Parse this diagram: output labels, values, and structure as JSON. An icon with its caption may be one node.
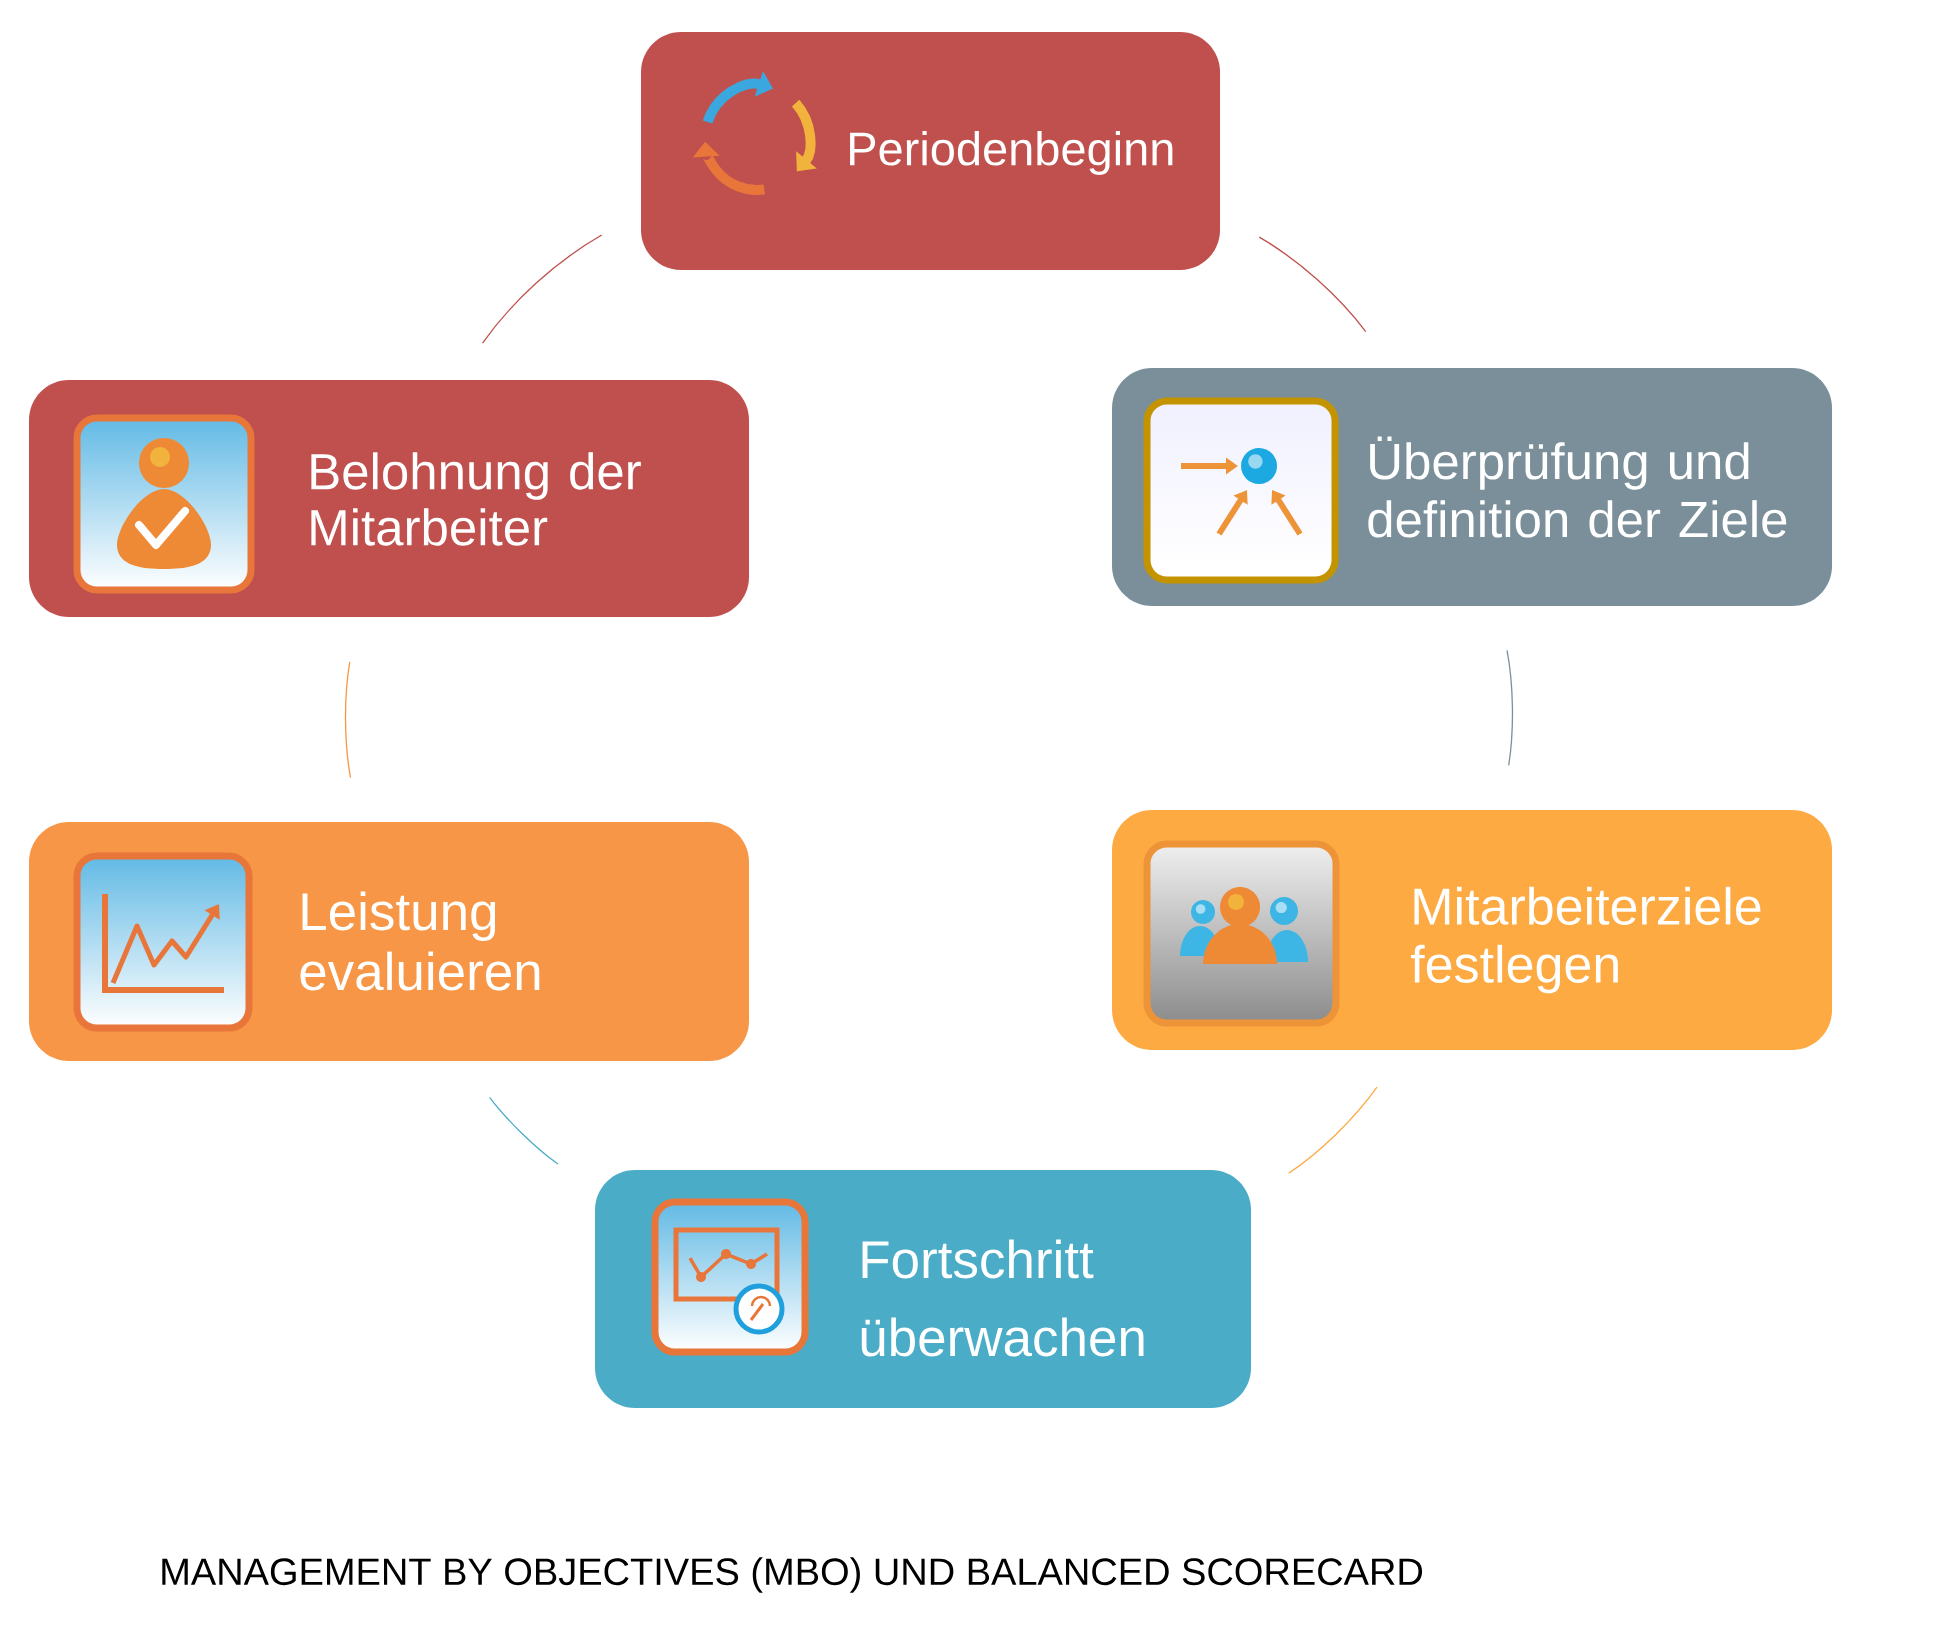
{
  "diagram": {
    "caption": "MANAGEMENT BY OBJECTIVES (MBO) UND BALANCED SCORECARD",
    "nodes": [
      {
        "text": [
          "Periodenbeginn"
        ]
      },
      {
        "text": [
          "Überprüfung und definition der Ziele"
        ]
      },
      {
        "text": [
          "Mitarbeiterziele festlegen"
        ]
      },
      {
        "text": [
          "Fortschritt überwachen"
        ]
      },
      {
        "text": [
          "Leistung evaluieren"
        ]
      },
      {
        "text": [
          "Belohnung der Mitarbeiter"
        ]
      }
    ],
    "edges": [
      {
        "from": 0,
        "to": 1,
        "arrow": "none",
        "color": "#c0504d"
      },
      {
        "from": 1,
        "to": 2,
        "arrow": "none",
        "color": "#7a8f9a"
      },
      {
        "from": 2,
        "to": 3,
        "arrow": "none",
        "color": "#fdaa43"
      },
      {
        "from": 3,
        "to": 4,
        "arrow": "none",
        "color": "#4aacc6"
      },
      {
        "from": 4,
        "to": 5,
        "arrow": "none",
        "color": "#f79646"
      },
      {
        "from": 5,
        "to": 0,
        "arrow": "none",
        "color": "#c0504d"
      }
    ]
  }
}
